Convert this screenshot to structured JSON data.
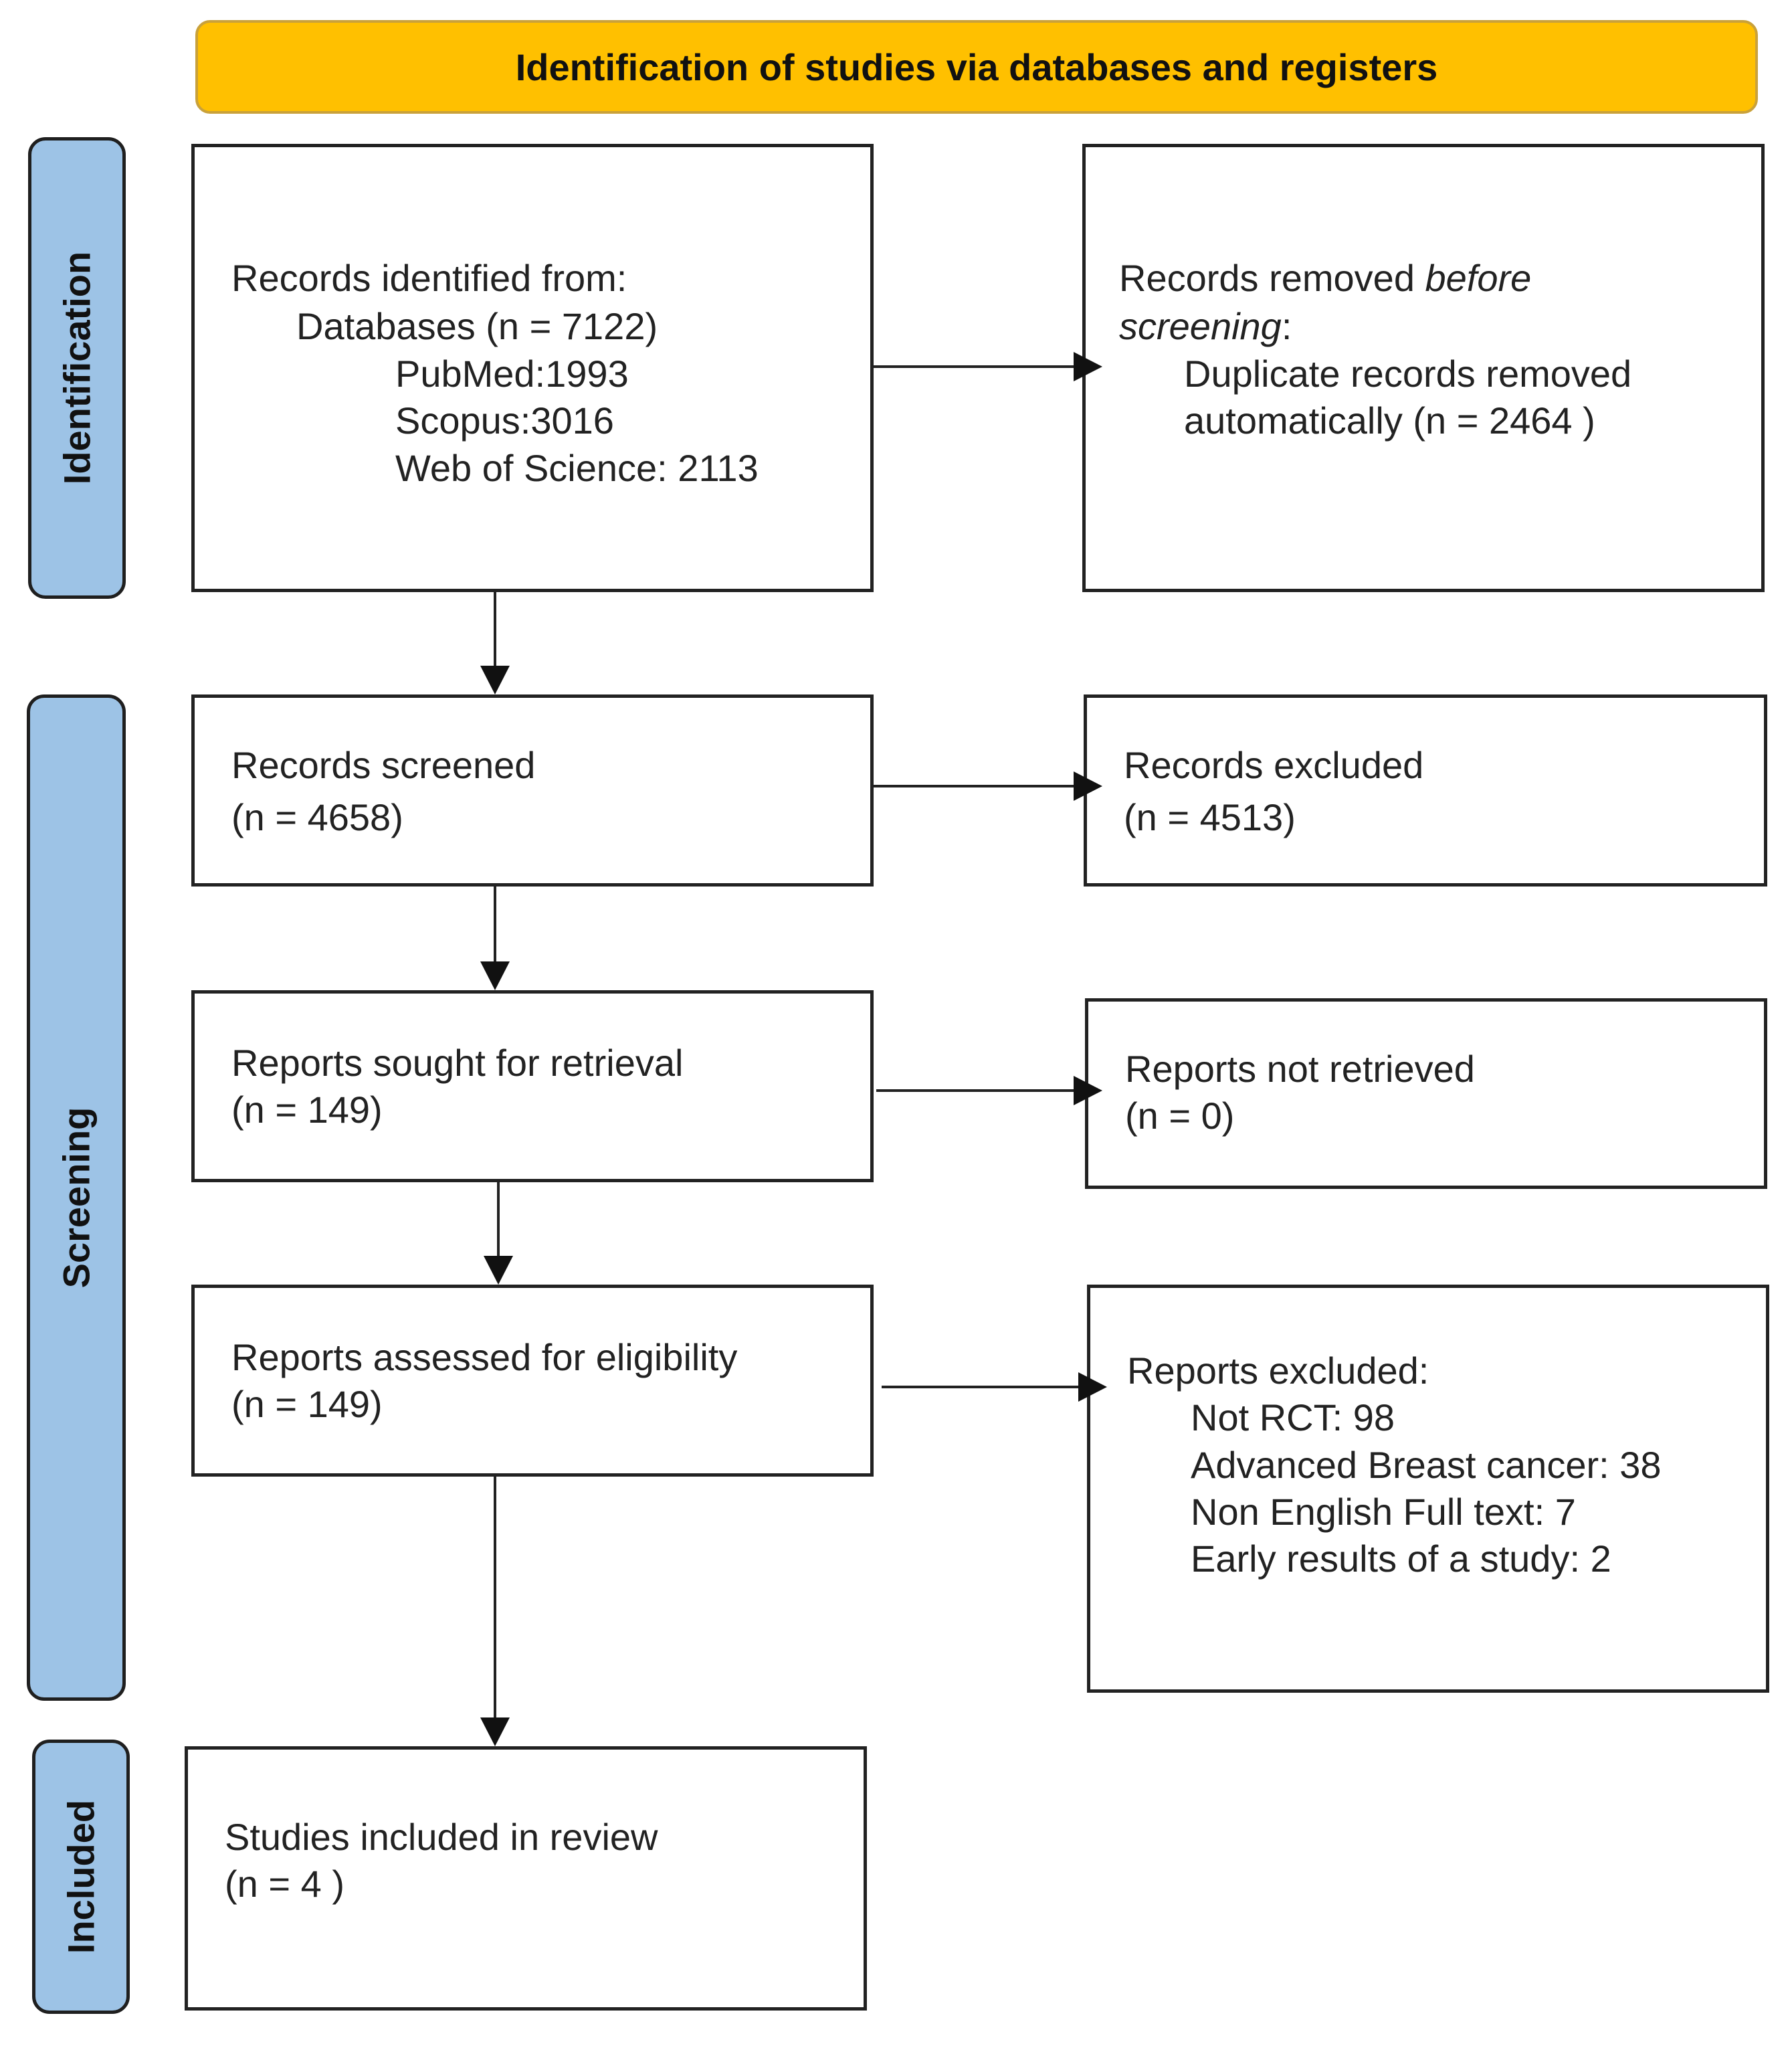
{
  "header": {
    "title": "Identification of studies via databases and registers"
  },
  "phases": {
    "identification": "Identification",
    "screening": "Screening",
    "included": "Included"
  },
  "boxes": {
    "identified": {
      "title": "Records identified from:",
      "databases": "Databases (n = 7122)",
      "pubmed": "PubMed:1993",
      "scopus": "Scopus:3016",
      "wos": "Web of Science: 2113"
    },
    "removed": {
      "line1_prefix": "Records removed ",
      "line1_emph": "before",
      "line2_emph": "screening",
      "line2_suffix": ":",
      "line3": "Duplicate records removed",
      "line4": "automatically (n = 2464 )"
    },
    "screened": {
      "title": "Records screened",
      "count": "(n = 4658)"
    },
    "excluded": {
      "title": "Records excluded",
      "count": "(n = 4513)"
    },
    "sought": {
      "title": "Reports sought for retrieval",
      "count": "(n = 149)"
    },
    "not_retrieved": {
      "title": "Reports not retrieved",
      "count": "(n = 0)"
    },
    "assessed": {
      "title": "Reports assessed for eligibility",
      "count": "(n = 149)"
    },
    "reports_excluded": {
      "title": "Reports excluded:",
      "reasons": [
        "Not RCT: 98",
        "Advanced Breast cancer: 38",
        "Non English Full text: 7",
        "Early results of a study: 2"
      ]
    },
    "included": {
      "title": "Studies included in review",
      "count": "(n = 4 )"
    }
  },
  "colors": {
    "header": "#ffc000",
    "phase": "#9dc3e6",
    "border": "#222222"
  }
}
